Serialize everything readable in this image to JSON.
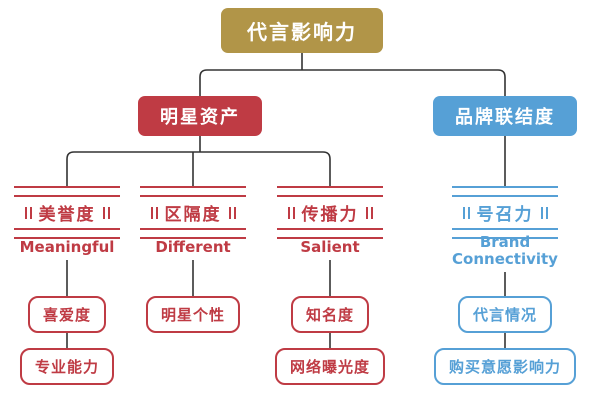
{
  "title": "代言影响力 diagram",
  "colors": {
    "gold": "#b19548",
    "red": "#bf3b44",
    "blue": "#56a0d6",
    "line": "#333333",
    "background": "#ffffff"
  },
  "root": {
    "label": "代言影响力"
  },
  "branches": {
    "star_assets": {
      "label": "明星资产"
    },
    "brand_connectivity": {
      "label": "品牌联结度"
    }
  },
  "columns": [
    {
      "header": "美誉度",
      "english": "Meaningful",
      "leaf1": "喜爱度",
      "leaf2": "专业能力"
    },
    {
      "header": "区隔度",
      "english": "Different",
      "leaf1": "明星个性"
    },
    {
      "header": "传播力",
      "english": "Salient",
      "leaf1": "知名度",
      "leaf2": "网络曝光度"
    },
    {
      "header": "号召力",
      "english": "Brand Connectivity",
      "leaf1": "代言情况",
      "leaf2": "购买意愿影响力"
    }
  ]
}
